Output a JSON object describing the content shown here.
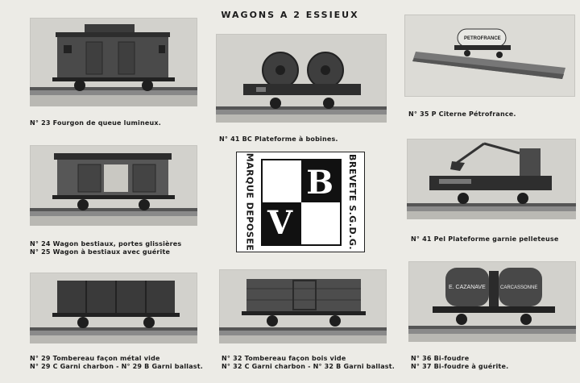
{
  "page": {
    "title": "WAGONS A 2 ESSIEUX"
  },
  "wagons": [
    {
      "caption": "N° 23 Fourgon de queue lumineux."
    },
    {
      "caption": "N° 41 BC Plateforme à bobines."
    },
    {
      "caption": "N° 35 P Citerne Pétrofrance.",
      "label": "PETROFRANCE"
    },
    {
      "caption1": "N° 24 Wagon bestiaux, portes glissières",
      "caption2": "N° 25 Wagon à bestiaux avec guérite"
    },
    {
      "caption": "N° 41 Pel Plateforme garnie pelleteuse"
    },
    {
      "caption1": "N° 29 Tombereau façon métal vide",
      "caption2": "N° 29 C Garni charbon - N° 29 B Garni ballast."
    },
    {
      "caption1": "N° 32 Tombereau façon bois vide",
      "caption2": "N° 32 C Garni charbon - N° 32 B Garni ballast."
    },
    {
      "caption1": "N° 36 Bi-foudre",
      "caption2": "N° 37 Bi-foudre à guérite.",
      "label_left": "E. CAZANAVE",
      "label_right": "CARCASSONNE"
    }
  ],
  "logo": {
    "left_text": "MARQUE DEPOSEE",
    "right_text": "BREVETE S.G.D.G.",
    "letter_b": "B",
    "letter_v": "V"
  }
}
